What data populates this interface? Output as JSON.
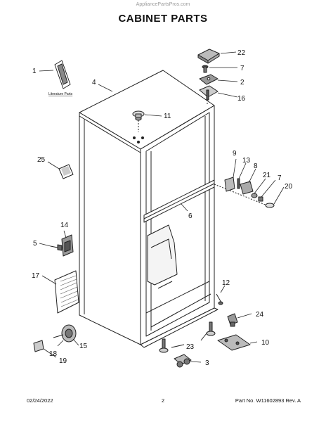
{
  "watermark": "AppliancePartsPros.com",
  "title": "CABINET PARTS",
  "literature_label": "Literature Parts",
  "callouts": {
    "c1": "1",
    "c2": "2",
    "c3": "3",
    "c4": "4",
    "c5": "5",
    "c6": "6",
    "c7a": "7",
    "c7b": "7",
    "c8": "8",
    "c9": "9",
    "c10": "10",
    "c11": "11",
    "c12": "12",
    "c13": "13",
    "c14": "14",
    "c15": "15",
    "c16": "16",
    "c17": "17",
    "c18": "18",
    "c19": "19",
    "c20": "20",
    "c21": "21",
    "c22": "22",
    "c23": "23",
    "c24": "24",
    "c25": "25"
  },
  "footer": {
    "date": "02/24/2022",
    "page": "2",
    "part": "Part No. W11602893  Rev. A"
  }
}
